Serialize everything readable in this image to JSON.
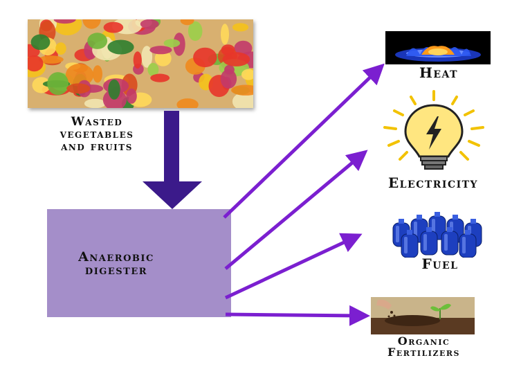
{
  "inputs": {
    "source_label_lines": [
      "Wasted",
      "vegetables",
      "and fruits"
    ],
    "photo_icon": "vegetables-photo"
  },
  "digester": {
    "label_lines": [
      "Anaerobic",
      "digester"
    ],
    "fill_color": "#a48ec9"
  },
  "arrow_colors": {
    "input_arrow": "#3b1a8a",
    "output_arrows": "#7b1fd0"
  },
  "outputs": [
    {
      "label_lines": [
        "Heat"
      ],
      "icon": "gas-flame-icon"
    },
    {
      "label_lines": [
        "Electricity"
      ],
      "icon": "light-bulb-icon"
    },
    {
      "label_lines": [
        "Fuel"
      ],
      "icon": "methane-gas-tanks-icon"
    },
    {
      "label_lines": [
        "Organic",
        "Fertilizers"
      ],
      "icon": "soil-seedling-icon"
    }
  ]
}
